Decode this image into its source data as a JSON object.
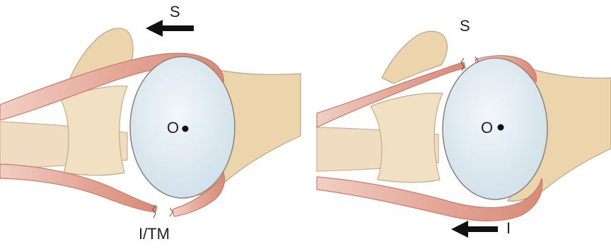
{
  "colors": {
    "bone": "#ead3ae",
    "bone_stroke": "#b9a58a",
    "muscle": "#e9b3a6",
    "muscle_dark": "#d67e6c",
    "globe": "#dde9f1",
    "globe_stroke": "#9a8f86",
    "arrow": "#111111",
    "text": "#222222"
  },
  "panels": [
    {
      "top_label": "S",
      "center_label": "O",
      "bottom_label": "I/TM",
      "arrow_direction": "left",
      "arrow_position": "top",
      "cut_muscle": "inferior"
    },
    {
      "top_label": "S",
      "center_label": "O",
      "bottom_label": "I",
      "arrow_direction": "left",
      "arrow_position": "bottom",
      "cut_muscle": "superior"
    }
  ]
}
